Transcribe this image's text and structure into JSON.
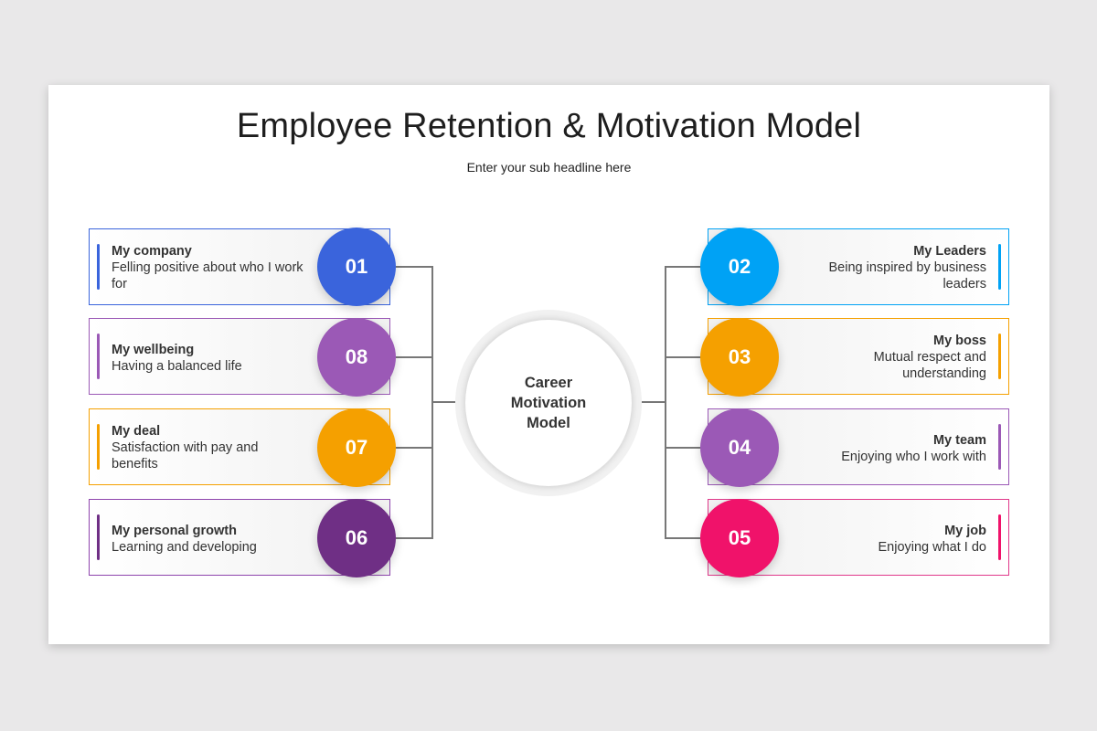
{
  "title": "Employee Retention & Motivation Model",
  "subtitle": "Enter your sub headline here",
  "center": {
    "line1": "Career",
    "line2": "Motivation",
    "line3": "Model"
  },
  "left_items": [
    {
      "number": "01",
      "heading": "My company",
      "description": "Felling positive about who I work for",
      "color": "#3a64dc"
    },
    {
      "number": "08",
      "heading": "My wellbeing",
      "description": "Having a balanced life",
      "color": "#9b59b6"
    },
    {
      "number": "07",
      "heading": "My deal",
      "description": "Satisfaction with pay and benefits",
      "color": "#f5a000"
    },
    {
      "number": "06",
      "heading": "My personal growth",
      "description": "Learning and developing",
      "color": "#6f2f85"
    }
  ],
  "right_items": [
    {
      "number": "02",
      "heading": "My Leaders",
      "description": "Being inspired by business leaders",
      "color": "#00a2f5"
    },
    {
      "number": "03",
      "heading": "My boss",
      "description": "Mutual respect and understanding",
      "color": "#f5a000"
    },
    {
      "number": "04",
      "heading": "My team",
      "description": "Enjoying who I work with",
      "color": "#9b59b6"
    },
    {
      "number": "05",
      "heading": "My job",
      "description": "Enjoying what I do",
      "color": "#f0126a"
    }
  ]
}
